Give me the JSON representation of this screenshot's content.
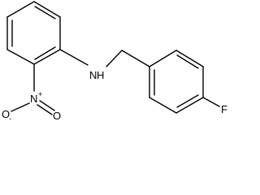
{
  "molecule": {
    "atoms": {
      "amine": "N",
      "amine_h": "H",
      "nitro_n": "N",
      "nitro_n_charge": "+",
      "nitro_o1": "O",
      "nitro_o1_charge": "-",
      "nitro_o2": "O",
      "fluorine": "F"
    }
  }
}
